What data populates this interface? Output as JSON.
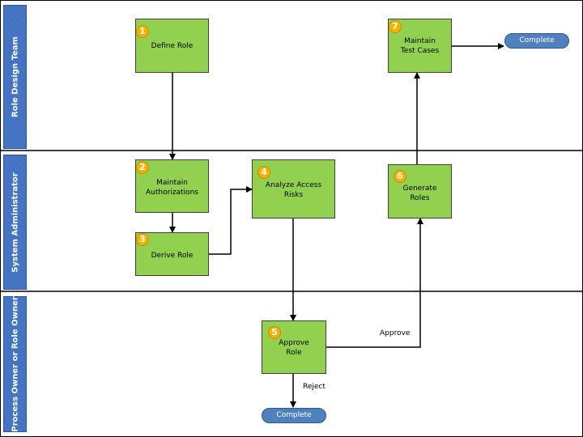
{
  "lanes": [
    {
      "id": "role-design",
      "label": "Role Design Team"
    },
    {
      "id": "sys-admin",
      "label": "System Administrator"
    },
    {
      "id": "process-owner",
      "label": "Process Owner or Role Owner"
    }
  ],
  "tasks": [
    {
      "number": "1",
      "label": "Define Role"
    },
    {
      "number": "2",
      "label": "Maintain\nAuthorizations"
    },
    {
      "number": "3",
      "label": "Derive Role"
    },
    {
      "number": "4",
      "label": "Analyze Access\nRisks"
    },
    {
      "number": "5",
      "label": "Approve\nRole"
    },
    {
      "number": "6",
      "label": "Generate\nRoles"
    },
    {
      "number": "7",
      "label": "Maintain\nTest Cases"
    }
  ],
  "terminators": {
    "top": "Complete",
    "bottom": "Complete"
  },
  "flow_labels": {
    "approve": "Approve",
    "reject": "Reject"
  },
  "colors": {
    "task_fill": "#92d050",
    "badge": "#f2b300",
    "lane_header": "#3f6fbf",
    "terminator": "#4f81bd"
  }
}
